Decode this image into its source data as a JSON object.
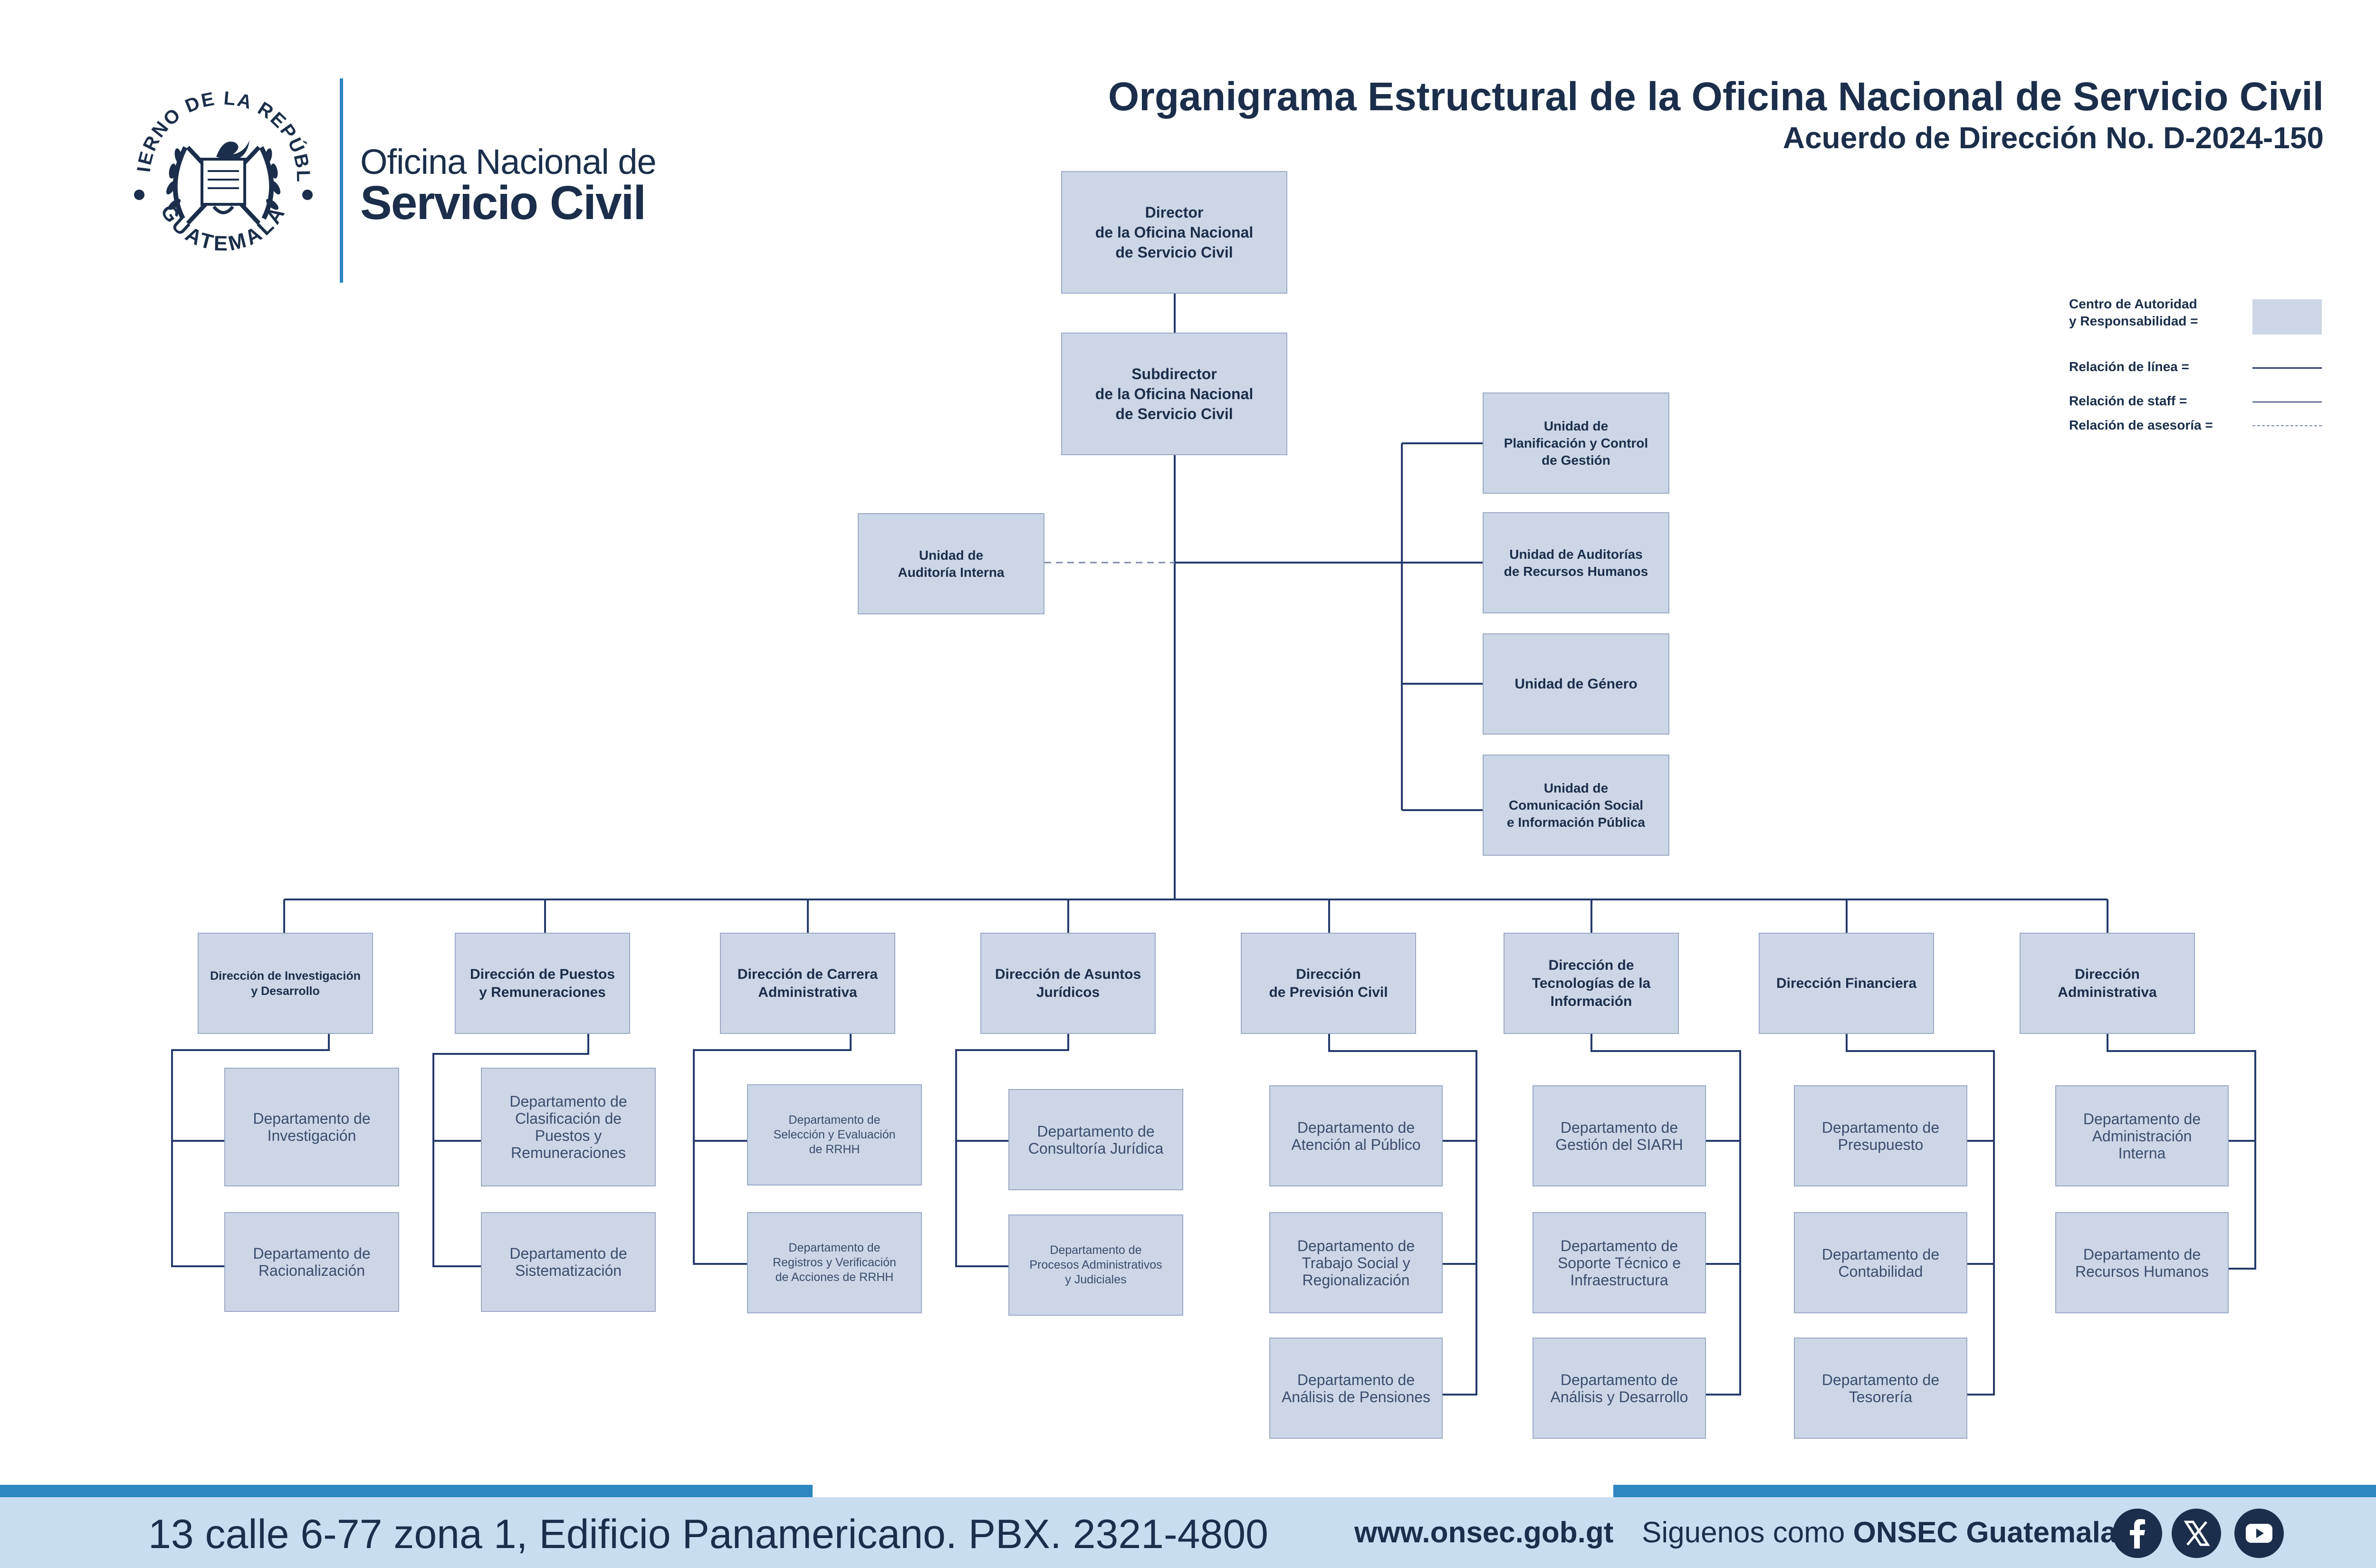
{
  "header": {
    "seal_text_top": "GOBIERNO DE LA REPÚBLICA",
    "seal_text_bottom": "GUATEMALA",
    "brand_line1": "Oficina Nacional de",
    "brand_line2": "Servicio Civil",
    "title": "Organigrama Estructural de la Oficina Nacional de Servicio Civil",
    "subtitle": "Acuerdo de Dirección No. D-2024-150"
  },
  "legend": {
    "authority": "Centro de Autoridad\ny Responsabilidad =",
    "line": "Relación de línea =",
    "staff": "Relación de staff =",
    "advisory": "Relación de asesoría ="
  },
  "org": {
    "director": "Director\nde la Oficina Nacional\nde Servicio Civil",
    "subdirector": "Subdirector\nde la Oficina Nacional\nde Servicio Civil",
    "audit": "Unidad de\nAuditoría Interna",
    "staff_units": [
      "Unidad de\nPlanificación y Control\nde Gestión",
      "Unidad de Auditorías\nde Recursos Humanos",
      "Unidad de Género",
      "Unidad de\nComunicación Social\ne Información Pública"
    ],
    "directions": [
      {
        "name": "Dirección de Investigación\ny Desarrollo",
        "departments": [
          "Departamento de\nInvestigación",
          "Departamento de\nRacionalización"
        ]
      },
      {
        "name": "Dirección de Puestos\ny Remuneraciones",
        "departments": [
          "Departamento de\nClasificación de\nPuestos y\nRemuneraciones",
          "Departamento de\nSistematización"
        ]
      },
      {
        "name": "Dirección de Carrera\nAdministrativa",
        "departments": [
          "Departamento de\nSelección y Evaluación\nde RRHH",
          "Departamento de\nRegistros y Verificación\nde Acciones de RRHH"
        ]
      },
      {
        "name": "Dirección de Asuntos\nJurídicos",
        "departments": [
          "Departamento de\nConsultoría Jurídica",
          "Departamento de\nProcesos Administrativos\ny Judiciales"
        ]
      },
      {
        "name": "Dirección\nde Previsión Civil",
        "departments": [
          "Departamento de\nAtención al Público",
          "Departamento de\nTrabajo Social y\nRegionalización",
          "Departamento de\nAnálisis de Pensiones"
        ]
      },
      {
        "name": "Dirección de\nTecnologías de la\nInformación",
        "departments": [
          "Departamento de\nGestión del SIARH",
          "Departamento de\nSoporte Técnico e\nInfraestructura",
          "Departamento de\nAnálisis y Desarrollo"
        ]
      },
      {
        "name": "Dirección Financiera",
        "departments": [
          "Departamento de\nPresupuesto",
          "Departamento de\nContabilidad",
          "Departamento de\nTesorería"
        ]
      },
      {
        "name": "Dirección\nAdministrativa",
        "departments": [
          "Departamento de\nAdministración\nInterna",
          "Departamento de\nRecursos Humanos"
        ]
      }
    ]
  },
  "footer": {
    "address": "13 calle 6-77 zona 1, Edificio Panamericano. PBX. 2321-4800",
    "website": "www.onsec.gob.gt",
    "follow_prefix": "Siguenos como ",
    "follow_handle": "ONSEC Guatemala"
  },
  "colors": {
    "box_fill": "#ccd6e6",
    "navy": "#1b2e4b",
    "line": "#243a6b",
    "accent_blue": "#2e86c1",
    "footer_band": "#c8def0"
  },
  "icons": [
    "coat-of-arms-icon",
    "facebook-icon",
    "x-icon",
    "youtube-icon"
  ]
}
